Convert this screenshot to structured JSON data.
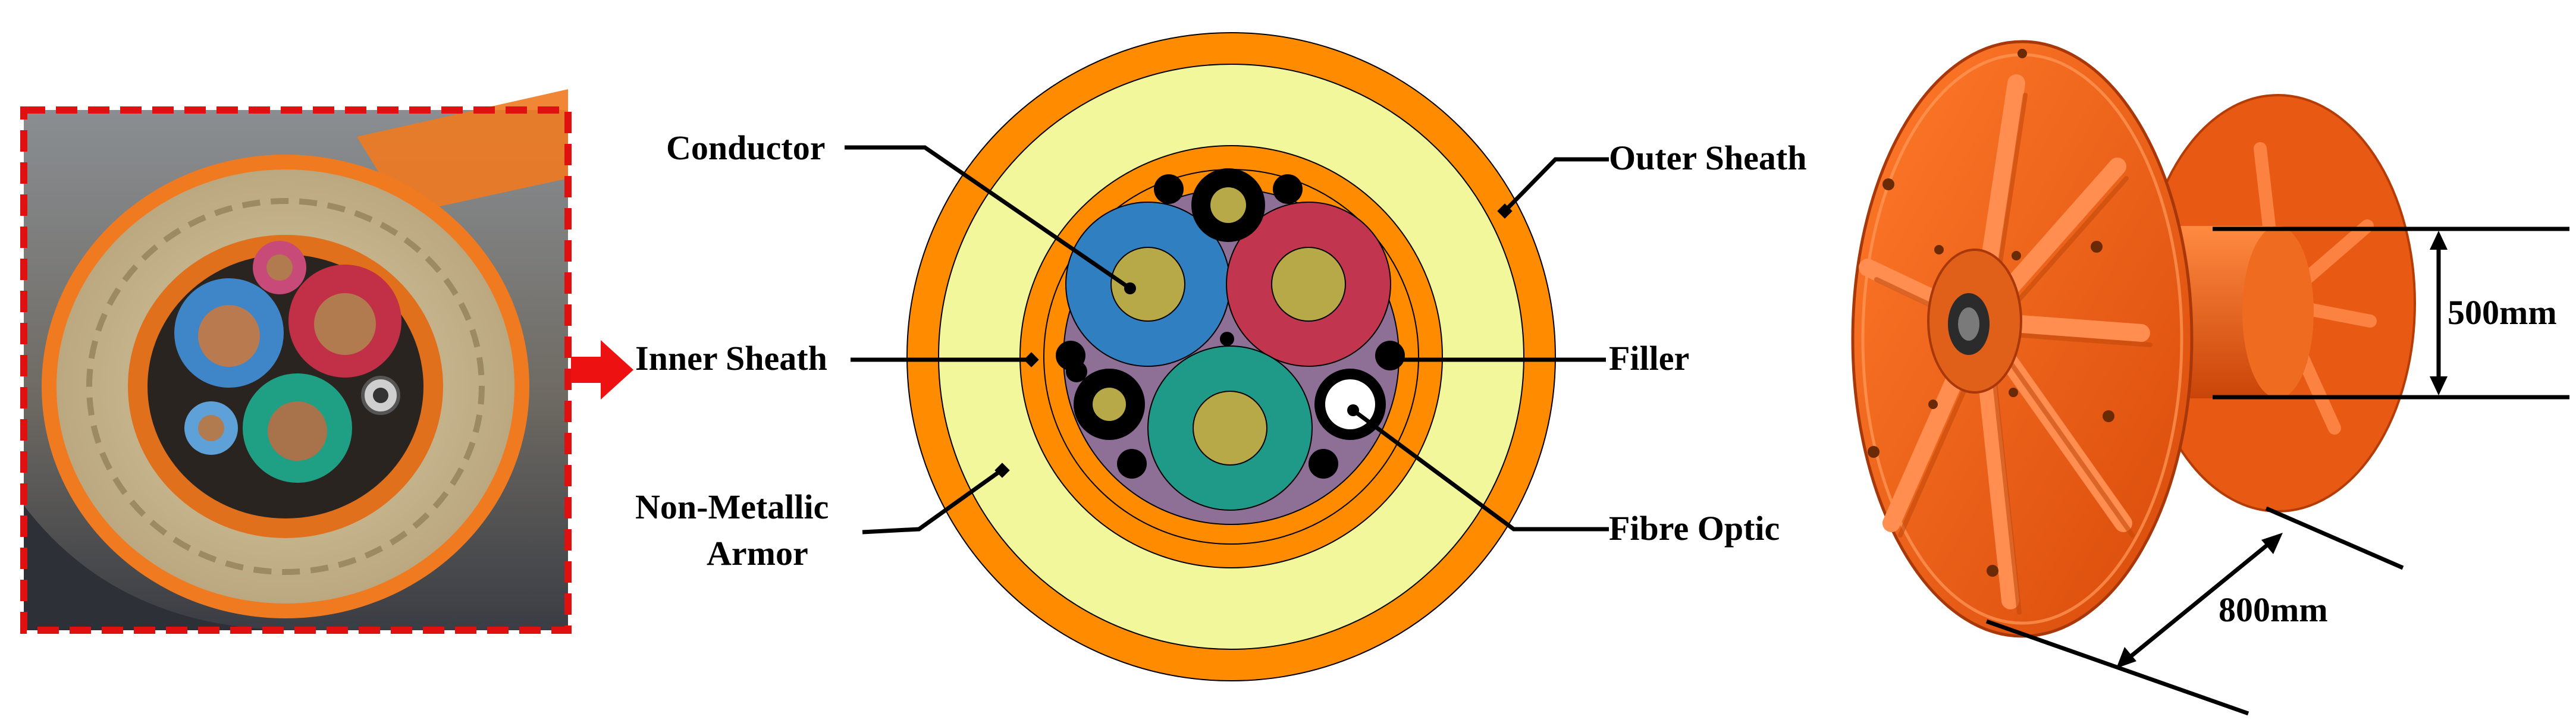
{
  "labels": {
    "conductor": "Conductor",
    "inner_sheath": "Inner Sheath",
    "non_metallic_armor_line1": "Non-Metallic",
    "non_metallic_armor_line2": "Armor",
    "outer_sheath": "Outer Sheath",
    "filler": "Filler",
    "fibre_optic": "Fibre Optic"
  },
  "dimensions": {
    "drum_diameter": "500mm",
    "drum_width": "800mm"
  },
  "colors": {
    "outer_sheath": "#ff8c00",
    "armor": "#f2f79c",
    "inner_sheath": "#ff8c00",
    "core_fill": "#8e6f96",
    "conductor_1": "#2f7fc1",
    "conductor_2": "#c2354f",
    "conductor_3": "#1f9988",
    "copper_core": "#b7a848",
    "filler": "#000000",
    "photo_frame": "#e01010",
    "arrow": "#ee1111",
    "reel": "#f2601a"
  }
}
